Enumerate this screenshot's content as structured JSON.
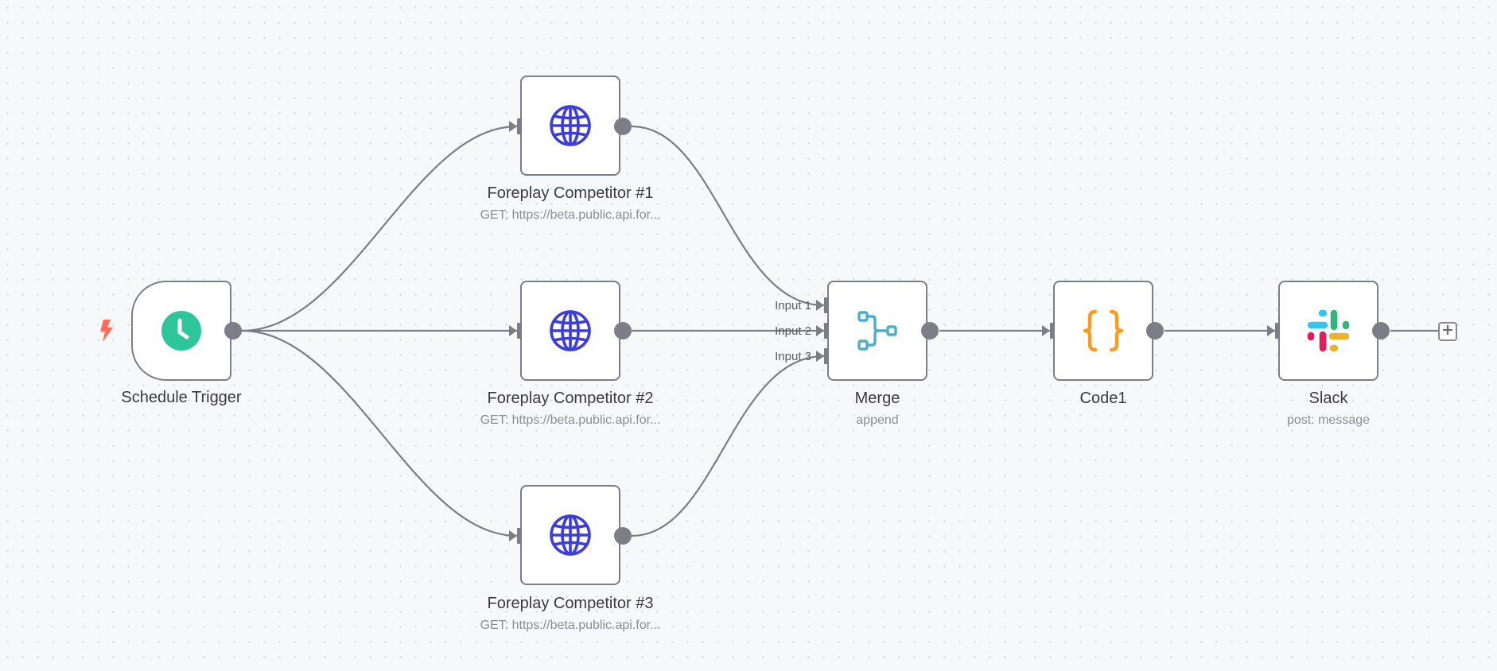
{
  "colors": {
    "canvas_bg": "#f7f8fa",
    "wire": "#7d7d87",
    "trigger_icon": "#2fc59a",
    "http_icon": "#3c3ddb",
    "merge_icon": "#4aafc8",
    "code_icon": "#ff9a1a",
    "bolt": "#ff6d5a"
  },
  "nodes": {
    "schedule_trigger": {
      "title": "Schedule Trigger",
      "icon": "clock-icon"
    },
    "competitor_1": {
      "title": "Foreplay Competitor #1",
      "subtitle": "GET: https://beta.public.api.for...",
      "icon": "globe-icon"
    },
    "competitor_2": {
      "title": "Foreplay Competitor #2",
      "subtitle": "GET: https://beta.public.api.for...",
      "icon": "globe-icon"
    },
    "competitor_3": {
      "title": "Foreplay Competitor #3",
      "subtitle": "GET: https://beta.public.api.for...",
      "icon": "globe-icon"
    },
    "merge": {
      "title": "Merge",
      "subtitle": "append",
      "icon": "merge-icon",
      "inputs": [
        "Input 1",
        "Input 2",
        "Input 3"
      ]
    },
    "code1": {
      "title": "Code1",
      "icon": "code-braces-icon"
    },
    "slack": {
      "title": "Slack",
      "subtitle": "post: message",
      "icon": "slack-icon"
    }
  },
  "add_node_icon": "plus-icon",
  "trigger_marker_icon": "lightning-bolt-icon"
}
